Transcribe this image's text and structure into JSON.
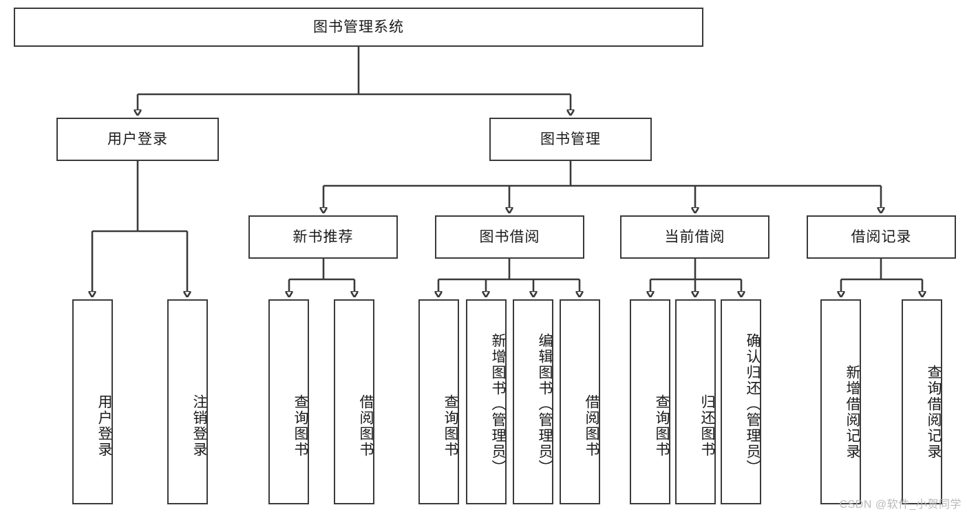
{
  "diagram": {
    "type": "tree",
    "title": "图书管理系统",
    "root": {
      "label": "图书管理系统"
    },
    "level1": [
      {
        "label": "用户登录"
      },
      {
        "label": "图书管理"
      }
    ],
    "level2": [
      {
        "label": "新书推荐"
      },
      {
        "label": "图书借阅"
      },
      {
        "label": "当前借阅"
      },
      {
        "label": "借阅记录"
      }
    ],
    "leaves": {
      "user_login": [
        {
          "label": "用户登录"
        },
        {
          "label": "注销登录"
        }
      ],
      "new_book_recommend": [
        {
          "label": "查询图书"
        },
        {
          "label": "借阅图书"
        }
      ],
      "book_borrow": [
        {
          "label": "查询图书"
        },
        {
          "label": "新增图书（管理员）"
        },
        {
          "label": "编辑图书（管理员）"
        },
        {
          "label": "借阅图书"
        }
      ],
      "current_borrow": [
        {
          "label": "查询图书"
        },
        {
          "label": "归还图书"
        },
        {
          "label": "确认归还（管理员）"
        }
      ],
      "borrow_record": [
        {
          "label": "新增借阅记录"
        },
        {
          "label": "查询借阅记录"
        }
      ]
    }
  },
  "watermark": {
    "text": "CSDN @软件_小贺同学"
  },
  "colors": {
    "stroke": "#3a3a3a",
    "text": "#1a1a1a",
    "background": "#ffffff",
    "watermark": "#b9b9b9"
  }
}
